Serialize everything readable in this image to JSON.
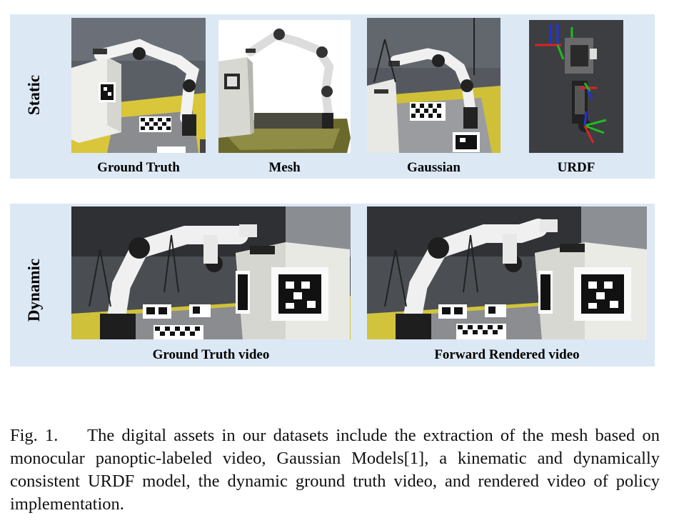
{
  "static": {
    "label": "Static",
    "items": [
      {
        "caption": "Ground Truth"
      },
      {
        "caption": "Mesh"
      },
      {
        "caption": "Gaussian"
      },
      {
        "caption": "URDF"
      }
    ]
  },
  "dynamic": {
    "label": "Dynamic",
    "items": [
      {
        "caption": "Ground Truth video"
      },
      {
        "caption": "Forward Rendered video"
      }
    ]
  },
  "figure_caption": {
    "label": "Fig. 1.",
    "text": "The digital assets in our datasets include the extraction of the mesh based on monocular panoptic-labeled video, Gaussian Models[1], a kinematic and dynamically consistent URDF model, the dynamic ground truth video, and rendered video of policy implementation."
  }
}
